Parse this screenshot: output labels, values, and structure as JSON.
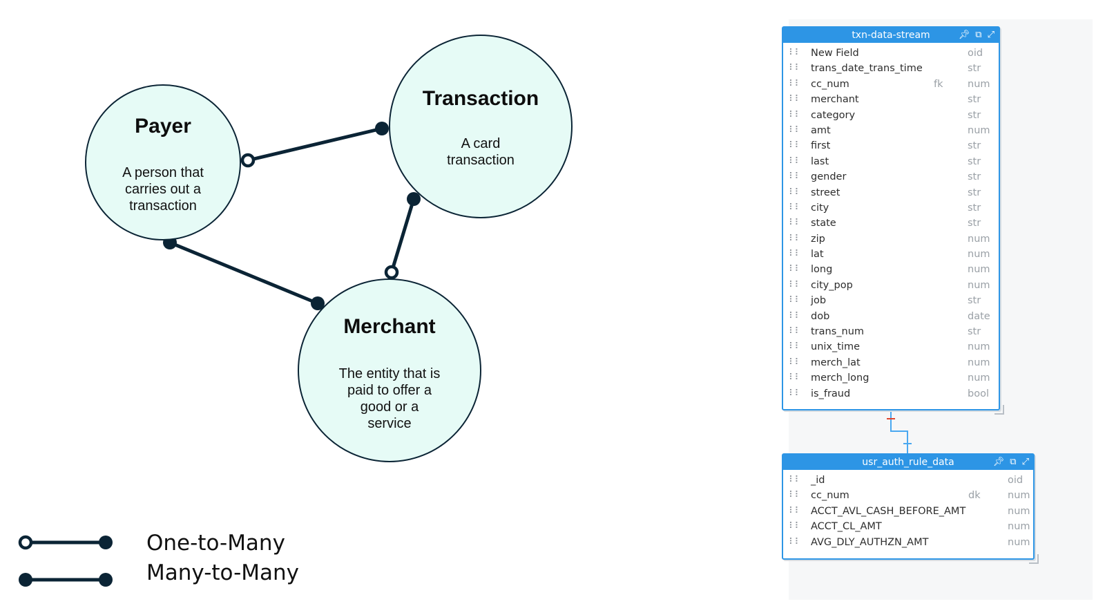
{
  "diagram": {
    "entities": [
      {
        "id": "payer",
        "title": "Payer",
        "description": [
          "A person that",
          "carries out a",
          "transaction"
        ]
      },
      {
        "id": "transaction",
        "title": "Transaction",
        "description": [
          "A card",
          "transaction"
        ]
      },
      {
        "id": "merchant",
        "title": "Merchant",
        "description": [
          "The entity that is",
          "paid to offer a",
          "good or a",
          "service"
        ]
      }
    ],
    "relationships": [
      {
        "from": "payer",
        "to": "transaction",
        "type": "One-to-Many"
      },
      {
        "from": "payer",
        "to": "merchant",
        "type": "Many-to-Many"
      },
      {
        "from": "merchant",
        "to": "transaction",
        "type": "One-to-Many"
      }
    ],
    "colors": {
      "circle_fill": "#e6fbf6",
      "stroke": "#0b2435"
    }
  },
  "legend": {
    "one_to_many": "One-to-Many",
    "many_to_many": "Many-to-Many"
  },
  "er_tables": [
    {
      "name": "txn-data-stream",
      "fields": [
        {
          "name": "New Field",
          "key": "",
          "type": "oid"
        },
        {
          "name": "trans_date_trans_time",
          "key": "",
          "type": "str"
        },
        {
          "name": "cc_num",
          "key": "fk",
          "type": "num"
        },
        {
          "name": "merchant",
          "key": "",
          "type": "str"
        },
        {
          "name": "category",
          "key": "",
          "type": "str"
        },
        {
          "name": "amt",
          "key": "",
          "type": "num"
        },
        {
          "name": "first",
          "key": "",
          "type": "str"
        },
        {
          "name": "last",
          "key": "",
          "type": "str"
        },
        {
          "name": "gender",
          "key": "",
          "type": "str"
        },
        {
          "name": "street",
          "key": "",
          "type": "str"
        },
        {
          "name": "city",
          "key": "",
          "type": "str"
        },
        {
          "name": "state",
          "key": "",
          "type": "str"
        },
        {
          "name": "zip",
          "key": "",
          "type": "num"
        },
        {
          "name": "lat",
          "key": "",
          "type": "num"
        },
        {
          "name": "long",
          "key": "",
          "type": "num"
        },
        {
          "name": "city_pop",
          "key": "",
          "type": "num"
        },
        {
          "name": "job",
          "key": "",
          "type": "str"
        },
        {
          "name": "dob",
          "key": "",
          "type": "date"
        },
        {
          "name": "trans_num",
          "key": "",
          "type": "str"
        },
        {
          "name": "unix_time",
          "key": "",
          "type": "num"
        },
        {
          "name": "merch_lat",
          "key": "",
          "type": "num"
        },
        {
          "name": "merch_long",
          "key": "",
          "type": "num"
        },
        {
          "name": "is_fraud",
          "key": "",
          "type": "bool"
        }
      ]
    },
    {
      "name": "usr_auth_rule_data",
      "fields": [
        {
          "name": "_id",
          "key": "",
          "type": "oid"
        },
        {
          "name": "cc_num",
          "key": "dk",
          "type": "num"
        },
        {
          "name": "ACCT_AVL_CASH_BEFORE_AMT",
          "key": "",
          "type": "num"
        },
        {
          "name": "ACCT_CL_AMT",
          "key": "",
          "type": "num"
        },
        {
          "name": "AVG_DLY_AUTHZN_AMT",
          "key": "",
          "type": "num"
        }
      ]
    }
  ],
  "er_colors": {
    "header": "#2d95e5",
    "link": "#4aa8f0",
    "link_marker": "#e0442c"
  },
  "icons": {
    "pin": "pin-icon",
    "edit": "edit-icon",
    "expand": "expand-icon",
    "drag": "drag-handle-icon"
  }
}
